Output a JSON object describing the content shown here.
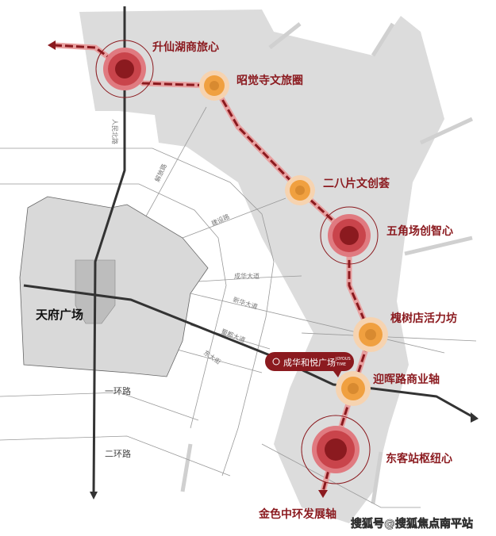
{
  "title": "成华区 金色中环发展轴 规划示意",
  "nodes": [
    {
      "label": "升仙湖商旅心",
      "type": "major"
    },
    {
      "label": "昭觉寺文旅圈",
      "type": "minor"
    },
    {
      "label": "二八片文创荟",
      "type": "minor"
    },
    {
      "label": "五角场创智心",
      "type": "major"
    },
    {
      "label": "槐树店活力坊",
      "type": "minor"
    },
    {
      "label": "迎晖路商业轴",
      "type": "minor"
    },
    {
      "label": "东客站枢纽心",
      "type": "major"
    }
  ],
  "axis_label": "金色中环发展轴",
  "landmark": "天府广场",
  "rings": {
    "first": "一环路",
    "second": "二环路"
  },
  "roads": [
    "人民北路",
    "解放路",
    "建设路",
    "成华大道",
    "新华大道",
    "蜀都大道",
    "东大街"
  ],
  "project_tag": {
    "name": "成华和悦广场",
    "english_line1": "JOYOUS",
    "english_line2": "TIME"
  },
  "watermark": "搜狐号@搜狐焦点南平站",
  "colors": {
    "major": "#a31d24",
    "minor": "#f0a040",
    "route": "#8b1a1f",
    "zone": "#dcdcdc",
    "metro": "#333333"
  }
}
